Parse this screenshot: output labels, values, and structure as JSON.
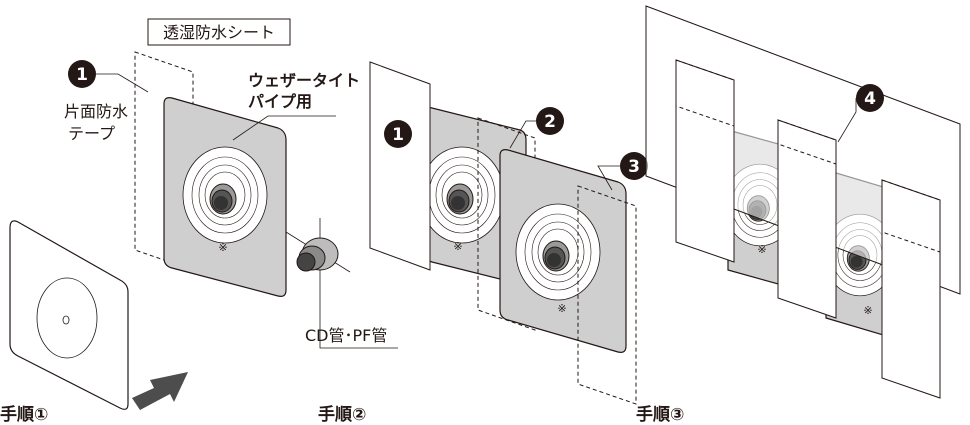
{
  "labels": {
    "sheet": "透湿防水シート",
    "tape_line1": "片面防水",
    "tape_line2": "テープ",
    "weathertight_line1": "ウェザータイト",
    "weathertight_line2": "パイプ用",
    "conduit": "CD管･PF管",
    "mark": "※"
  },
  "markers": {
    "one": "1",
    "two": "2",
    "three": "3",
    "four": "4"
  },
  "steps": {
    "step1": "手順①",
    "step2": "手順②",
    "step3": "手順③"
  },
  "colors": {
    "gray_panel": "#cfcfcf",
    "line": "#231815",
    "arrow": "#4d4d4d"
  }
}
